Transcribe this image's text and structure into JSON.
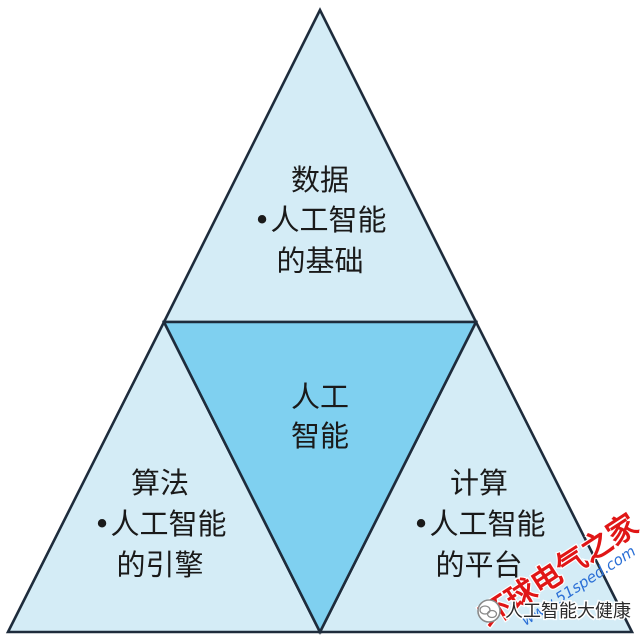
{
  "diagram": {
    "top": {
      "lines": [
        "数据",
        "•人工智能",
        "的基础"
      ]
    },
    "center": {
      "lines": [
        "人工",
        "智能"
      ]
    },
    "left": {
      "lines": [
        "算法",
        "•人工智能",
        "的引擎"
      ]
    },
    "right": {
      "lines": [
        "计算",
        "•人工智能",
        "的平台"
      ]
    }
  },
  "watermark": {
    "text": "环球电气之家",
    "url": "www.51sped.com",
    "color": "#e01616"
  },
  "footer": {
    "account": "人工智能大健康",
    "icon": "wechat-icon"
  },
  "colors": {
    "outer_fill": "#d4ecf6",
    "center_fill": "#7fd0f0",
    "outline": "#1e2c3c"
  }
}
